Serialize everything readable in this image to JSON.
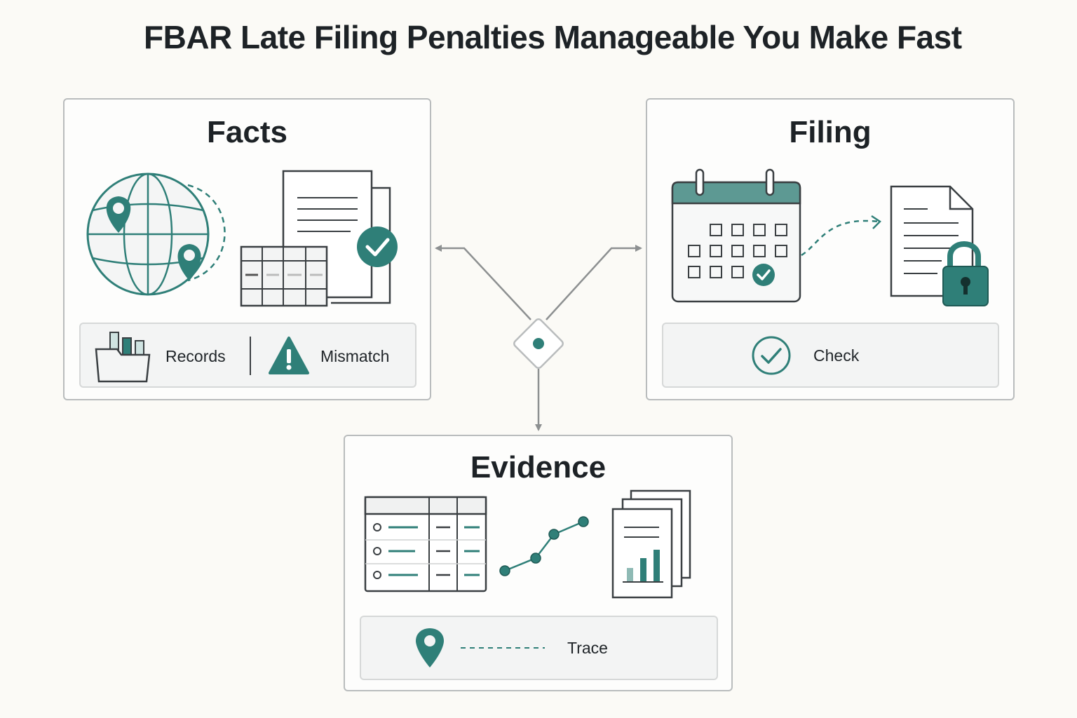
{
  "title": "FBAR Late Filing Penalties Manageable You Make Fast",
  "panels": {
    "facts": {
      "title": "Facts",
      "items": [
        {
          "label": "Records",
          "icon": "folder-chart-icon"
        },
        {
          "label": "Mismatch",
          "icon": "warning-icon"
        }
      ]
    },
    "filing": {
      "title": "Filing",
      "items": [
        {
          "label": "Check",
          "icon": "check-circle-icon"
        }
      ]
    },
    "evidence": {
      "title": "Evidence",
      "items": [
        {
          "label": "Trace",
          "icon": "map-pin-icon"
        }
      ]
    }
  },
  "colors": {
    "accent": "#2f7f78",
    "accent_light": "#dfeeed",
    "stroke": "#3a3f42",
    "connector": "#8d9091",
    "background": "#fbfaf6"
  }
}
